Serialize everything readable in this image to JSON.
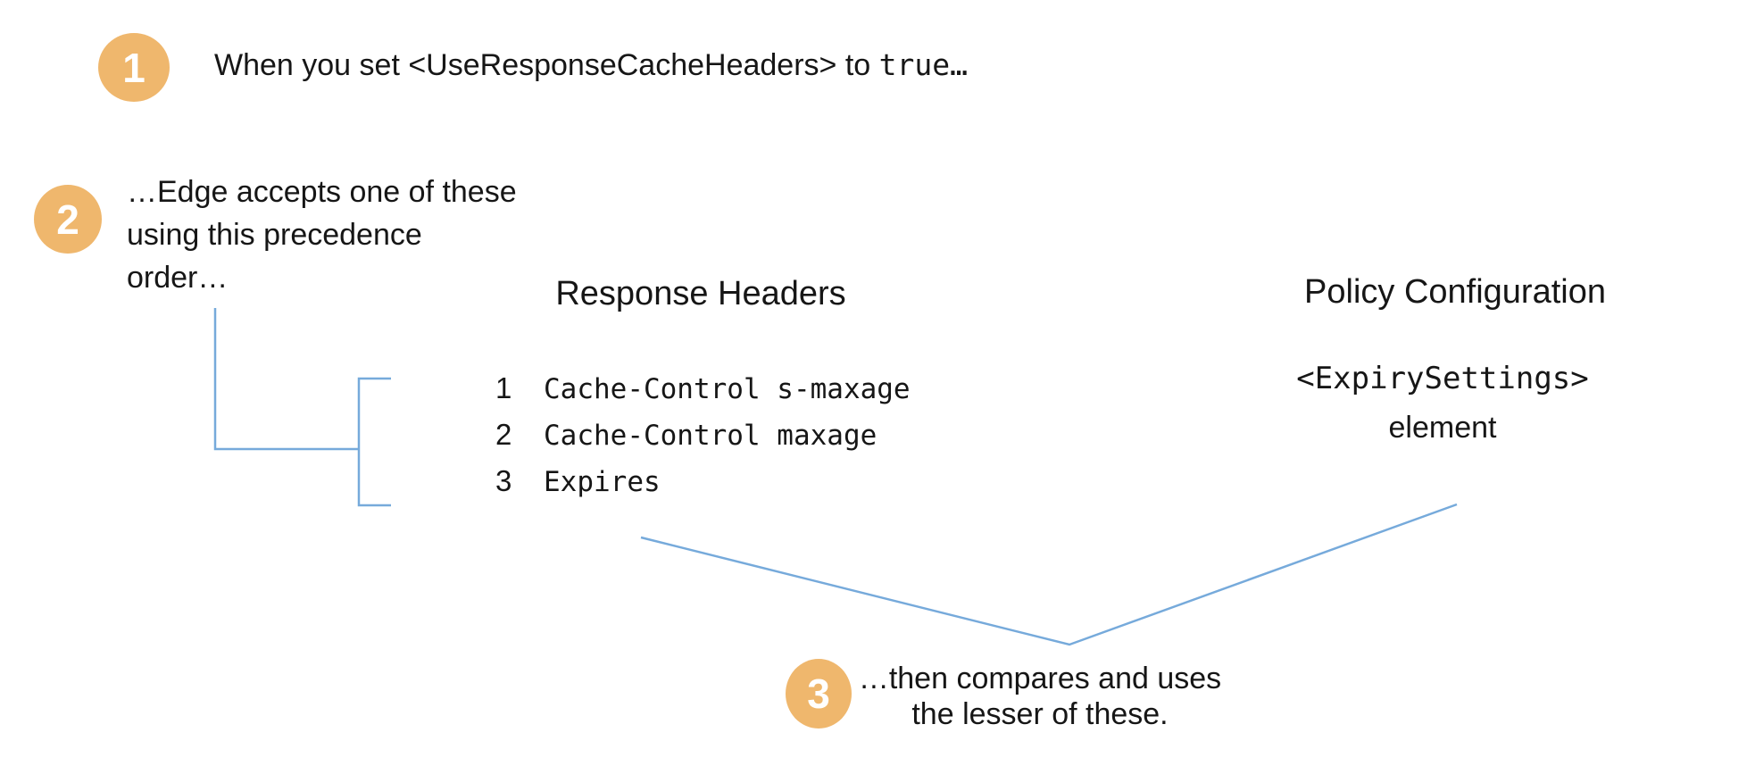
{
  "title": "Response cache headers precedence diagram",
  "colors": {
    "accent_orange": "#EFB76D",
    "badge_number_color": "#FFFFFF",
    "line_blue": "#76AADB",
    "text": "#161616",
    "background": "#FFFFFF"
  },
  "step1": {
    "badge": "1",
    "text": "When you set <UseResponseCacheHeaders> to ",
    "code": "true…"
  },
  "step2": {
    "badge": "2",
    "lines": [
      "…Edge accepts one of these",
      "using this precedence",
      "order…"
    ]
  },
  "step3": {
    "badge": "3",
    "lines": [
      "…then compares and uses",
      "the lesser of these."
    ]
  },
  "response_headers": {
    "heading": "Response Headers",
    "items": [
      {
        "rank": "1",
        "value": "Cache-Control s-maxage"
      },
      {
        "rank": "2",
        "value": "Cache-Control maxage"
      },
      {
        "rank": "3",
        "value": "Expires"
      }
    ]
  },
  "policy_configuration": {
    "heading": "Policy Configuration",
    "code": "<ExpirySettings>",
    "caption": "element"
  }
}
